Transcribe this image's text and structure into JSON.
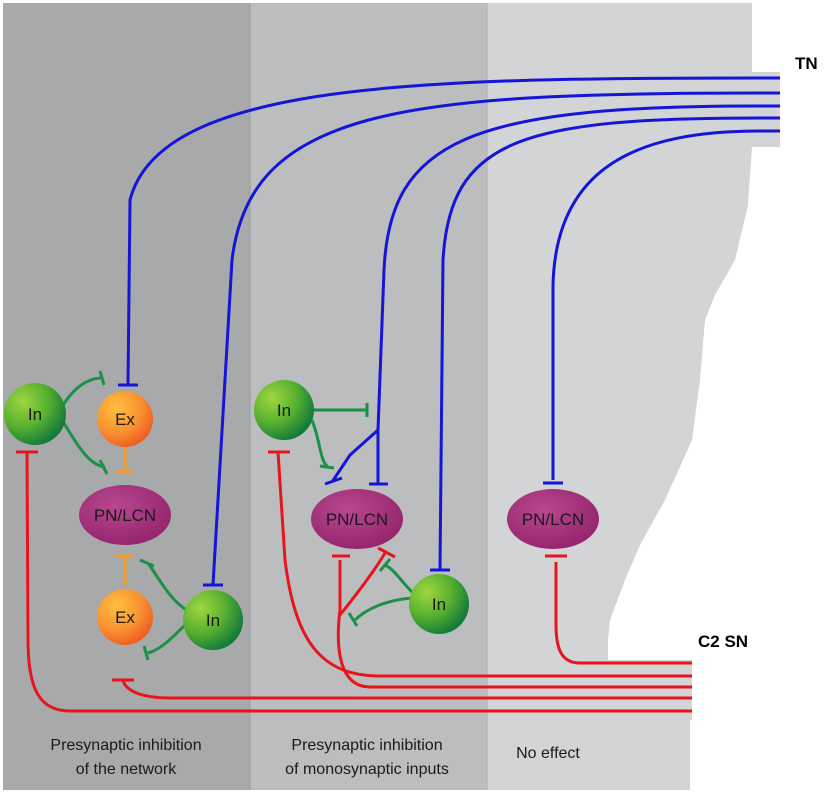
{
  "nerves": {
    "top": "TN",
    "bottom": "C2 SN"
  },
  "panels": [
    {
      "caption_line1": "Presynaptic inhibition",
      "caption_line2": "of the network"
    },
    {
      "caption_line1": "Presynaptic inhibition",
      "caption_line2": "of monosynaptic inputs"
    },
    {
      "caption_line1": "No effect",
      "caption_line2": ""
    }
  ],
  "cells": {
    "interneuron": "In",
    "excitatory": "Ex",
    "projection": "PN/LCN"
  },
  "colors": {
    "panel1": "#a8a9ab",
    "panel2": "#bdbec0",
    "panel3": "#d2d3d5",
    "tn_fibers": "#1515d8",
    "c2_fibers": "#e8141c",
    "inhibitory_synapses": "#1a9048",
    "excitatory_cell": "#f5a030",
    "projection_cell": "#a0307a"
  }
}
